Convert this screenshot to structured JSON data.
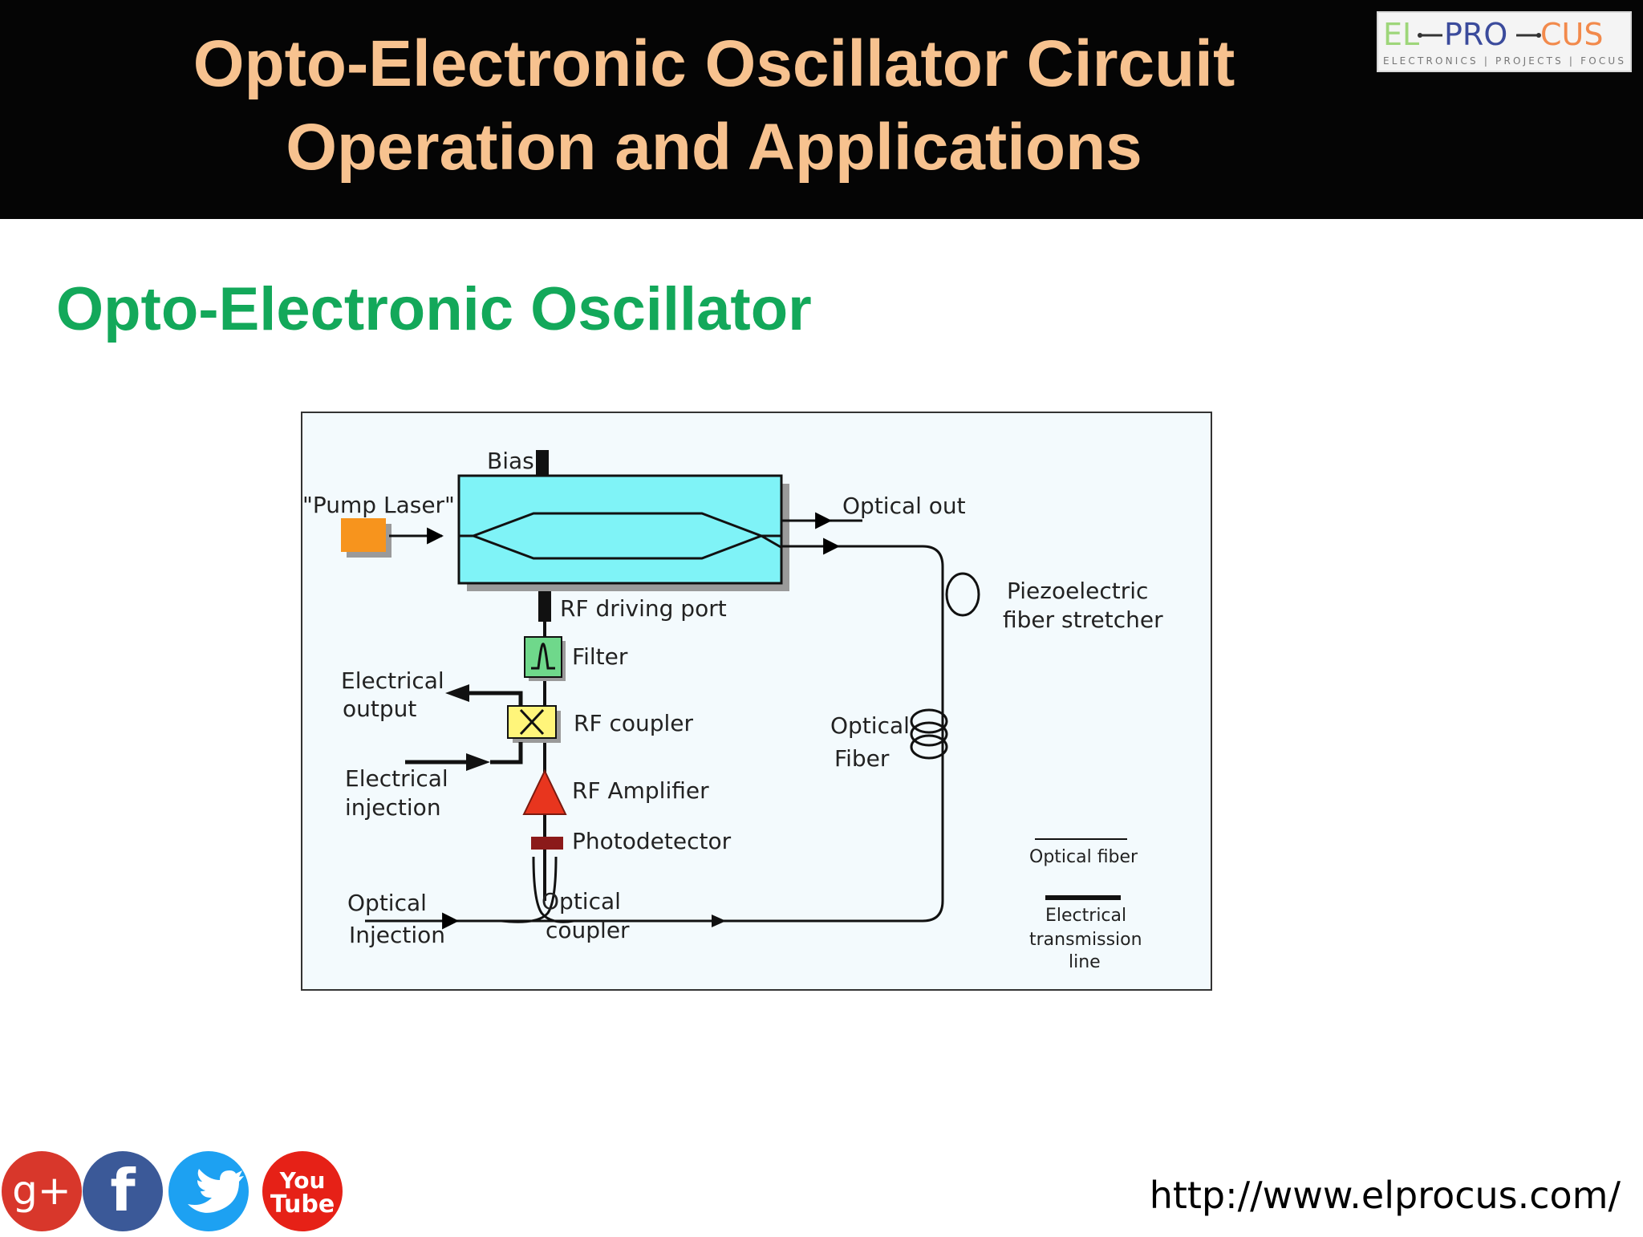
{
  "header": {
    "title_line1": "Opto-Electronic Oscillator Circuit",
    "title_line2": "Operation and Applications",
    "logo": {
      "text_el": "EL",
      "text_pro": "PRO",
      "text_cus": "CUS",
      "tagline": "ELECTRONICS | PROJECTS | FOCUS"
    }
  },
  "slide": {
    "title": "Opto-Electronic Oscillator"
  },
  "diagram": {
    "labels": {
      "bias": "Bias",
      "pump_laser": "\"Pump Laser\"",
      "optical_out": "Optical out",
      "rf_driving_port": "RF driving port",
      "piezo_line1": "Piezoelectric",
      "piezo_line2": "fiber stretcher",
      "filter": "Filter",
      "electrical_output_line1": "Electrical",
      "electrical_output_line2": "output",
      "rf_coupler": "RF coupler",
      "optical_fiber_label_line1": "Optical",
      "optical_fiber_label_line2": "Fiber",
      "electrical_injection_line1": "Electrical",
      "electrical_injection_line2": "injection",
      "rf_amplifier": "RF Amplifier",
      "photodetector": "Photodetector",
      "optical_injection_line1": "Optical",
      "optical_injection_line2": "Injection",
      "optical_coupler_line1": "Optical",
      "optical_coupler_line2": "coupler"
    },
    "legend": {
      "optical_fiber": "Optical fiber",
      "electrical_line1": "Electrical",
      "electrical_line2": "transmission",
      "electrical_line3": "line"
    },
    "colors": {
      "modulator": "#7ff3f7",
      "laser": "#f7941d",
      "filter": "#6fd88b",
      "coupler": "#fff57a",
      "amplifier": "#e8351e",
      "photodetector": "#8b1a1a",
      "background": "#f3fafd"
    }
  },
  "footer": {
    "url": "http://www.elprocus.com/",
    "social": {
      "google_plus": "g+",
      "facebook": "f",
      "youtube_line1": "You",
      "youtube_line2": "Tube"
    }
  }
}
